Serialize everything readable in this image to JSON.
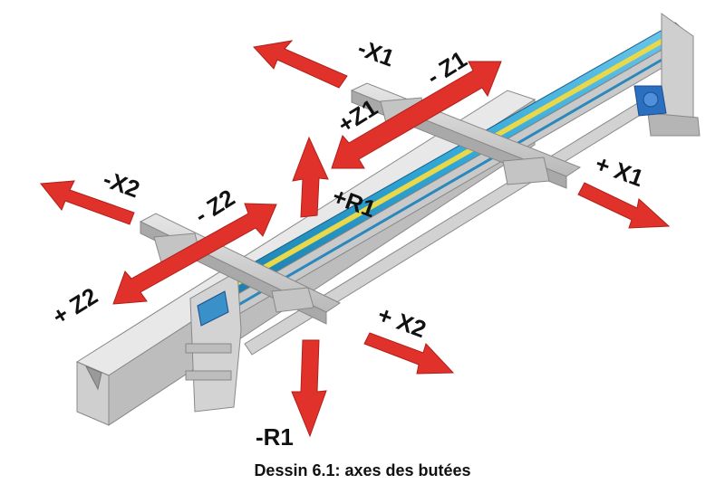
{
  "figure": {
    "caption": "Dessin 6.1: axes des butées",
    "colors": {
      "arrow": "#e0312a",
      "arrow_edge": "#b0201a",
      "steel_light": "#d9d9d9",
      "steel_mid": "#bdbdbd",
      "steel_dark": "#8f8f8f",
      "rail_blue": "#2fa6d6",
      "rail_blue_dark": "#1a7aa8",
      "rail_yellow": "#e8d84a",
      "motor_blue": "#2a6fc0"
    },
    "axis_labels": {
      "minus_x1": "-X1",
      "minus_z1": "- Z1",
      "plus_z1": "+Z1",
      "plus_x1": "+ X1",
      "minus_x2": "-X2",
      "minus_z2": "- Z2",
      "plus_r1": "+R1",
      "plus_z2": "+ Z2",
      "plus_x2": "+ X2",
      "minus_r1": "-R1"
    }
  }
}
